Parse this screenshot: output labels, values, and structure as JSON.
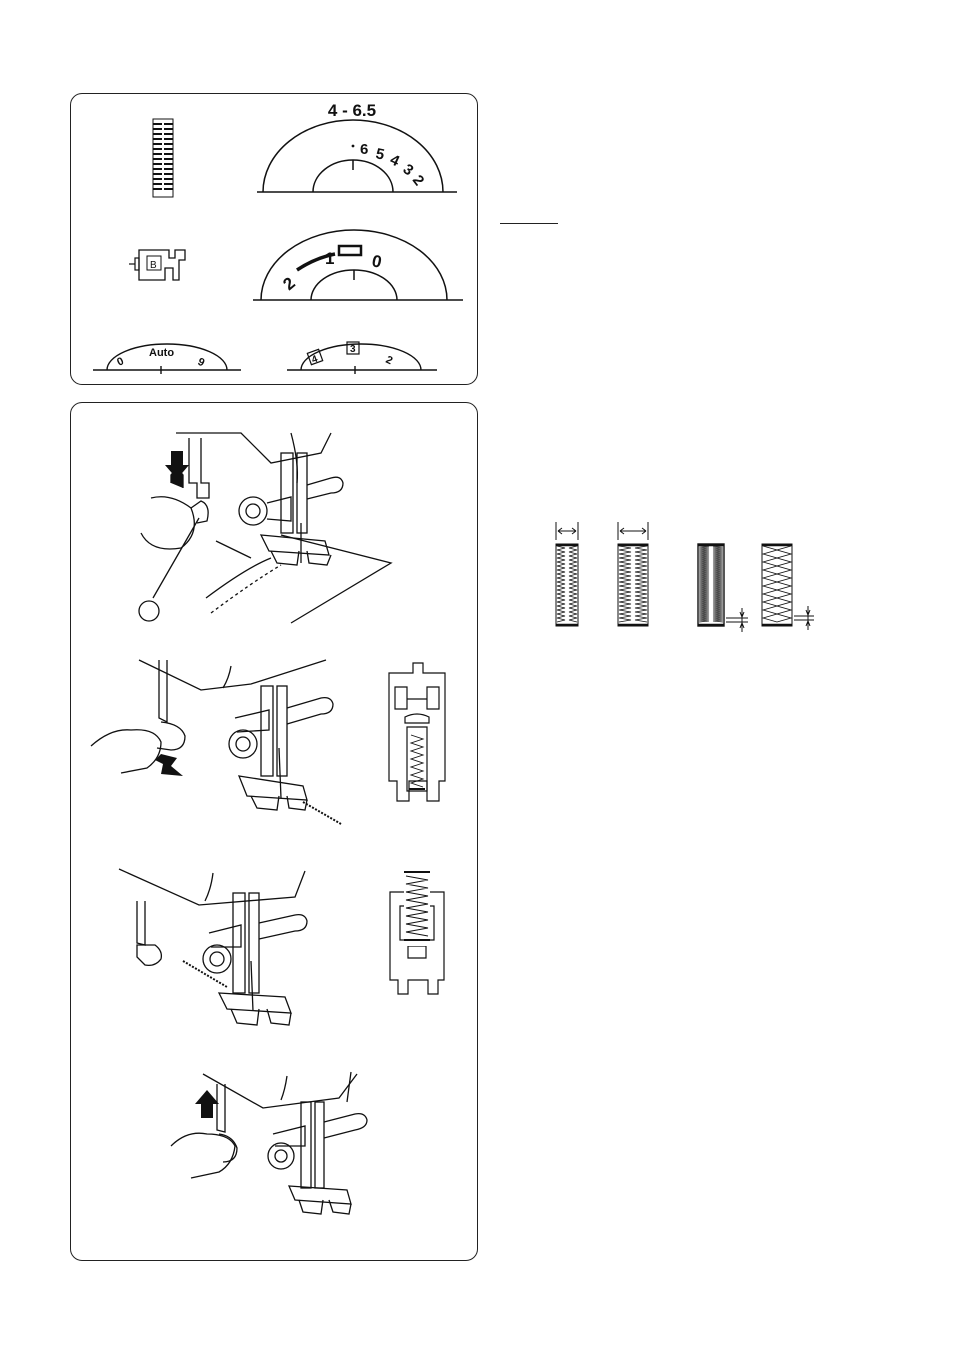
{
  "settings": {
    "stitch_width_range": "4 - 6.5",
    "width_dial_numbers": [
      "6",
      "5",
      "4",
      "3",
      "2"
    ],
    "length_dial_numbers": [
      "2",
      "1",
      "0"
    ],
    "tension_dial_label": "Auto",
    "tension_dial_numbers": [
      "0",
      "9"
    ],
    "pressure_dial_numbers": [
      "4",
      "3",
      "2"
    ],
    "foot_letter": "B"
  }
}
